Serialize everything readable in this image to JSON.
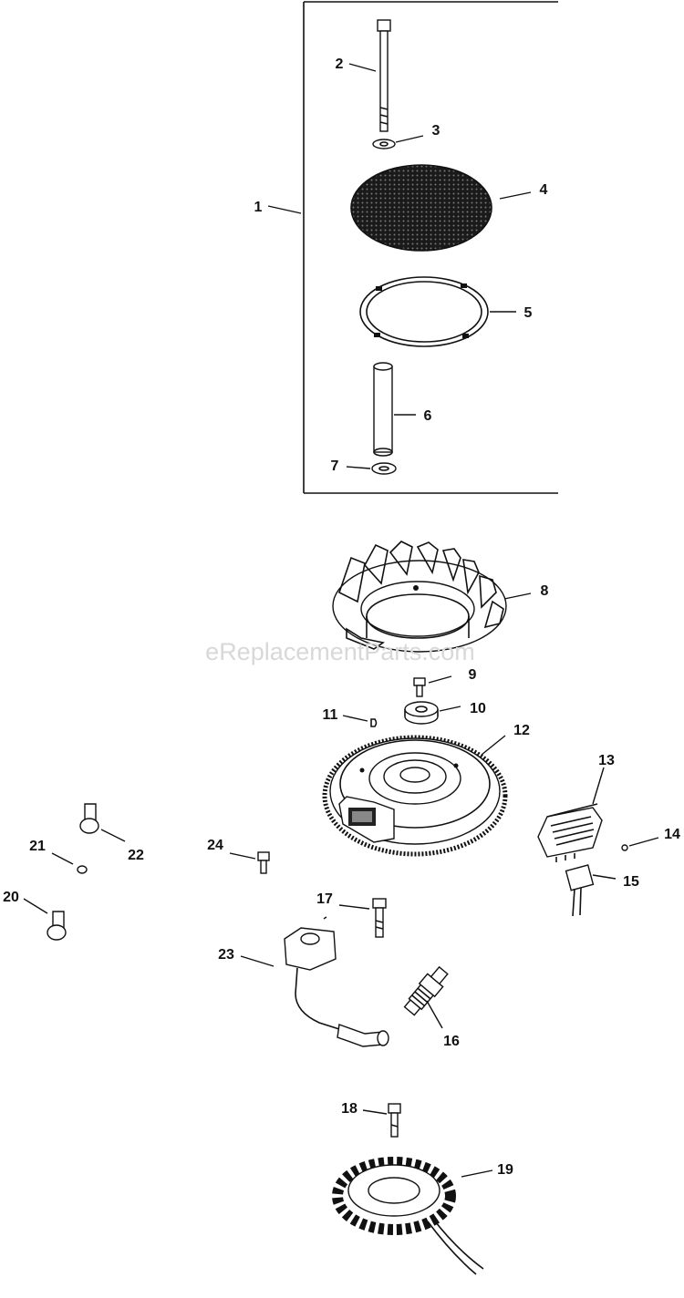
{
  "diagram": {
    "watermark": "eReplacementParts.com",
    "callouts": [
      "1",
      "2",
      "3",
      "4",
      "5",
      "6",
      "7",
      "8",
      "9",
      "10",
      "11",
      "12",
      "13",
      "14",
      "15",
      "16",
      "17",
      "18",
      "19",
      "20",
      "21",
      "22",
      "23",
      "24"
    ]
  }
}
